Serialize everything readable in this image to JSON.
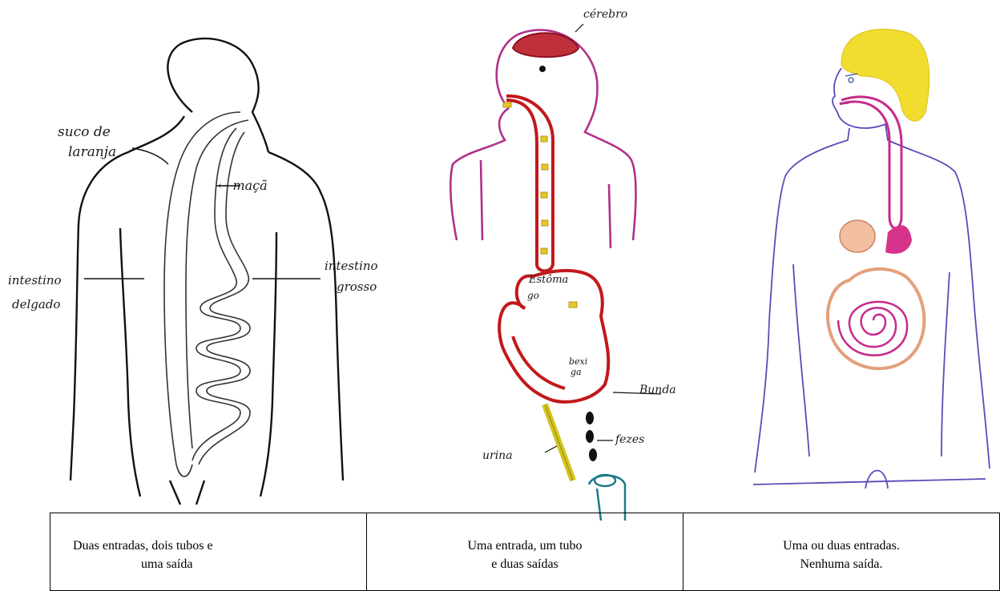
{
  "drawings": [
    {
      "labels": {
        "juice": [
          "suco de",
          "laranja"
        ],
        "apple": "← maçã",
        "small_intestine": [
          "intestino",
          "delgado"
        ],
        "large_intestine": [
          "intestino",
          "grosso"
        ]
      }
    },
    {
      "labels": {
        "brain": "cérebro",
        "stomach": [
          "Estôma",
          "go"
        ],
        "bladder": [
          "bexi",
          "ga"
        ],
        "butt": "Bunda",
        "feces": "fezes",
        "urine": "urina"
      }
    },
    {
      "labels": {}
    }
  ],
  "captions": [
    {
      "line1": "Duas entradas, dois tubos e",
      "line2": "uma saída"
    },
    {
      "line1": "Uma entrada, um tubo",
      "line2": "e duas saídas"
    },
    {
      "line1": "Uma ou duas entradas.",
      "line2": "Nenhuma  saída."
    }
  ]
}
